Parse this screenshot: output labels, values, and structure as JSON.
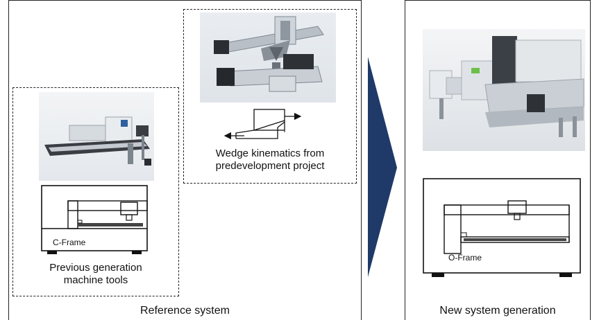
{
  "reference_panel": {
    "caption": "Reference system",
    "previous_generation": {
      "caption_line1": "Previous generation",
      "caption_line2": "machine tools",
      "frame_label": "C-Frame"
    },
    "wedge_kinematics": {
      "caption_line1": "Wedge kinematics from",
      "caption_line2": "predevelopment project"
    }
  },
  "arrow": {
    "color": "#1f3a68"
  },
  "new_panel": {
    "caption": "New system generation",
    "frame_label": "O-Frame"
  }
}
